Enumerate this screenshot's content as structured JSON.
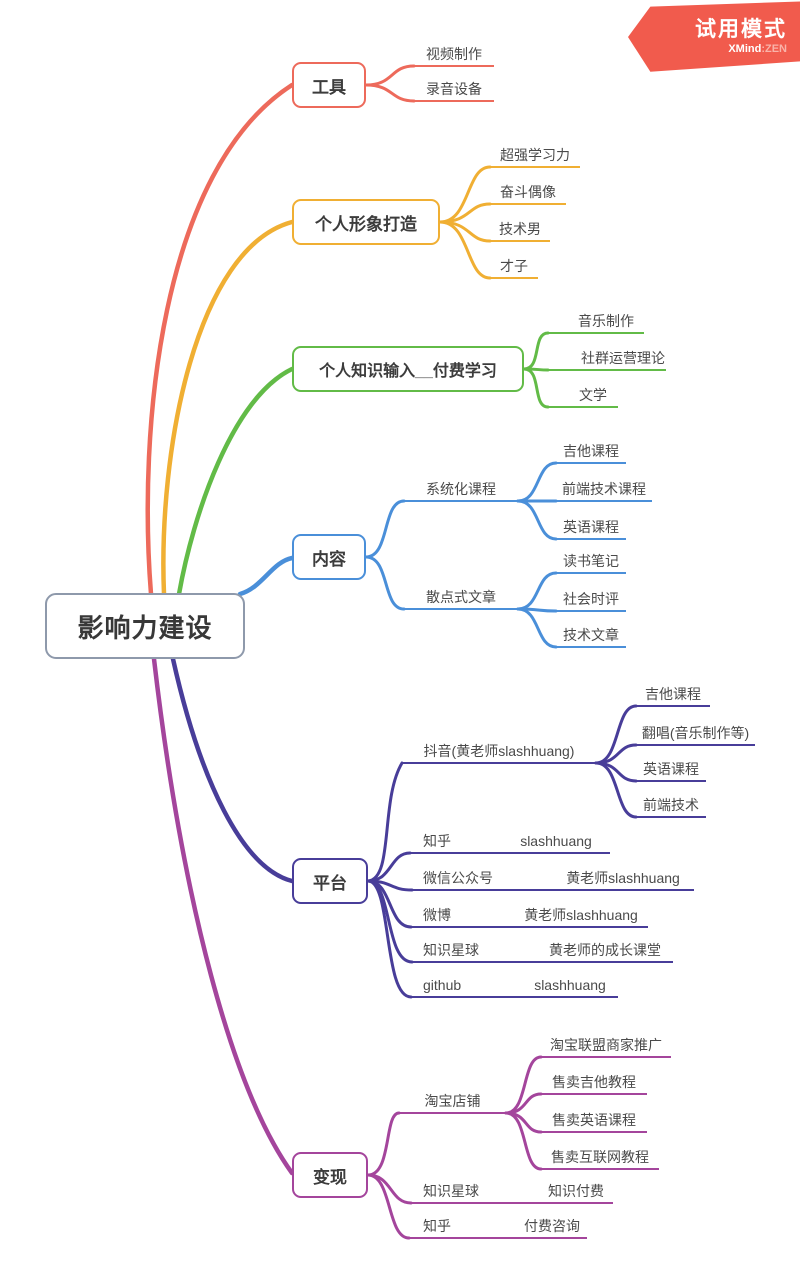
{
  "badge": {
    "mode_label": "试用模式",
    "brand": "XMind",
    "brand_suffix": ":ZEN",
    "color": "#F15B4D"
  },
  "root": {
    "label": "影响力建设",
    "border_color": "#8E99AB"
  },
  "branches": [
    {
      "label": "工具",
      "color": "#ED6A5B",
      "children": [
        {
          "label": "视频制作"
        },
        {
          "label": "录音设备"
        }
      ]
    },
    {
      "label": "个人形象打造",
      "color": "#F0AF33",
      "children": [
        {
          "label": "超强学习力"
        },
        {
          "label": "奋斗偶像"
        },
        {
          "label": "技术男"
        },
        {
          "label": "才子"
        }
      ]
    },
    {
      "label": "个人知识输入__付费学习",
      "color": "#62BB47",
      "children": [
        {
          "label": "音乐制作"
        },
        {
          "label": "社群运营理论"
        },
        {
          "label": "文学"
        }
      ]
    },
    {
      "label": "内容",
      "color": "#4A8FD9",
      "children": [
        {
          "label": "系统化课程",
          "children": [
            {
              "label": "吉他课程"
            },
            {
              "label": "前端技术课程"
            },
            {
              "label": "英语课程"
            }
          ]
        },
        {
          "label": "散点式文章",
          "children": [
            {
              "label": "读书笔记"
            },
            {
              "label": "社会时评"
            },
            {
              "label": "技术文章"
            }
          ]
        }
      ]
    },
    {
      "label": "平台",
      "color": "#483D99",
      "children": [
        {
          "label": "抖音(黄老师slashhuang)",
          "children": [
            {
              "label": "吉他课程"
            },
            {
              "label": "翻唱(音乐制作等)"
            },
            {
              "label": "英语课程"
            },
            {
              "label": "前端技术"
            }
          ]
        },
        {
          "label": "知乎",
          "children": [
            {
              "label": "slashhuang"
            }
          ]
        },
        {
          "label": "微信公众号",
          "children": [
            {
              "label": "黄老师slashhuang"
            }
          ]
        },
        {
          "label": "微博",
          "children": [
            {
              "label": "黄老师slashhuang"
            }
          ]
        },
        {
          "label": "知识星球",
          "children": [
            {
              "label": "黄老师的成长课堂"
            }
          ]
        },
        {
          "label": "github",
          "children": [
            {
              "label": "slashhuang"
            }
          ]
        }
      ]
    },
    {
      "label": "变现",
      "color": "#A4459C",
      "children": [
        {
          "label": "淘宝店铺",
          "children": [
            {
              "label": "淘宝联盟商家推广"
            },
            {
              "label": "售卖吉他教程"
            },
            {
              "label": "售卖英语课程"
            },
            {
              "label": "售卖互联网教程"
            }
          ]
        },
        {
          "label": "知识星球",
          "children": [
            {
              "label": "知识付费"
            }
          ]
        },
        {
          "label": "知乎",
          "children": [
            {
              "label": "付费咨询"
            }
          ]
        }
      ]
    }
  ]
}
